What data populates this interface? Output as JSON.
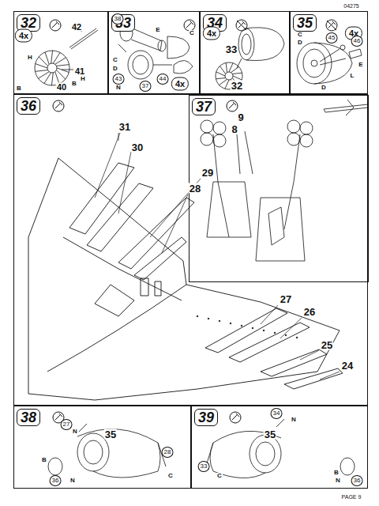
{
  "diagram": {
    "nodes": [
      {
        "text": [
          "32"
        ]
      },
      {
        "text": [
          "33"
        ]
      },
      {
        "text": [
          "34"
        ]
      },
      {
        "text": [
          "35"
        ]
      },
      {
        "text": [
          "36"
        ]
      },
      {
        "text": [
          "37"
        ],
        "in": 4
      },
      {
        "text": [
          "38"
        ]
      },
      {
        "text": [
          "39"
        ]
      }
    ],
    "labels": [
      "04275",
      "4x",
      "42",
      "H",
      "41",
      "B",
      "40",
      "B",
      "H",
      "38",
      "E",
      "C",
      "C",
      "D",
      "44",
      "43",
      "37",
      "4x",
      "N",
      "4x",
      "33",
      "32",
      "4x",
      "C",
      "D",
      "45",
      "46",
      "E",
      "L",
      "D",
      "31",
      "30",
      "29",
      "28",
      "27",
      "26",
      "25",
      "24",
      "8",
      "9",
      "27",
      "N",
      "35",
      "B",
      "28",
      "C",
      "36",
      "N",
      "34",
      "N",
      "35",
      "33",
      "C",
      "B",
      "N",
      "36",
      "PAGE 9"
    ]
  }
}
